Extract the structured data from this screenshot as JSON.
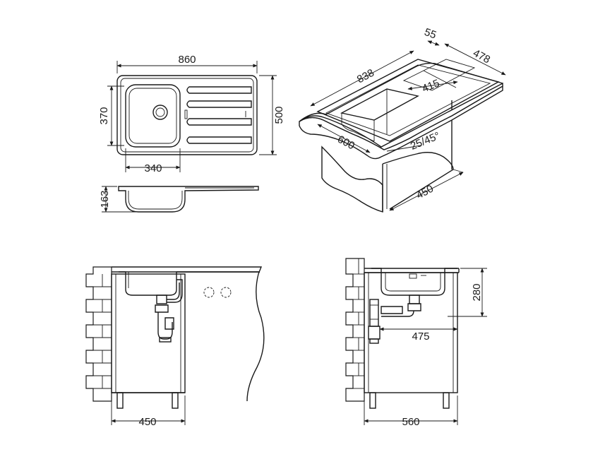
{
  "diagram": {
    "top_view": {
      "width_label": "860",
      "depth_label": "500",
      "bowl_depth_label": "370",
      "bowl_width_label": "340"
    },
    "side_view": {
      "height_label": "163"
    },
    "iso_view": {
      "length_label": "838",
      "rim_label": "55",
      "depth_label": "478",
      "drainer_label": "415",
      "front_label": "600",
      "corner_label": "25/45°",
      "cabinet_label": "450"
    },
    "front_install": {
      "cabinet_width_label": "450"
    },
    "side_install": {
      "height_label": "280",
      "drain_label": "475",
      "cabinet_depth_label": "560"
    },
    "colors": {
      "line": "#1a1a1a",
      "background": "#ffffff"
    }
  }
}
